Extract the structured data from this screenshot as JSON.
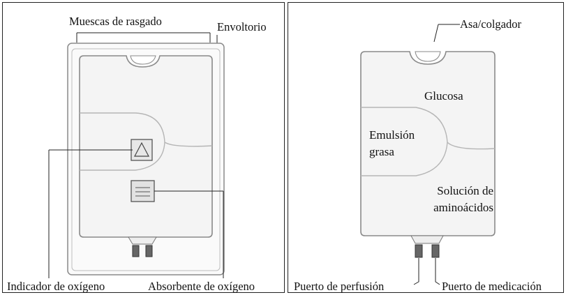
{
  "left_panel": {
    "labels": {
      "tear_notches": "Muescas de rasgado",
      "overwrap": "Envoltorio",
      "oxygen_indicator": "Indicador de oxígeno",
      "oxygen_absorber": "Absorbente de oxígeno"
    }
  },
  "right_panel": {
    "labels": {
      "hanger": "Asa/colgador",
      "glucose": "Glucosa",
      "lipid_emulsion_line1": "Emulsión",
      "lipid_emulsion_line2": "grasa",
      "amino_line1": "Solución de",
      "amino_line2": "aminoácidos",
      "infusion_port": "Puerto de perfusión",
      "medication_port": "Puerto de medicación"
    }
  },
  "colors": {
    "outline": "#222222",
    "bag_line": "#8a8a8a",
    "bag_fill": "#f4f4f4",
    "chamber_line": "#b5b5b5"
  }
}
